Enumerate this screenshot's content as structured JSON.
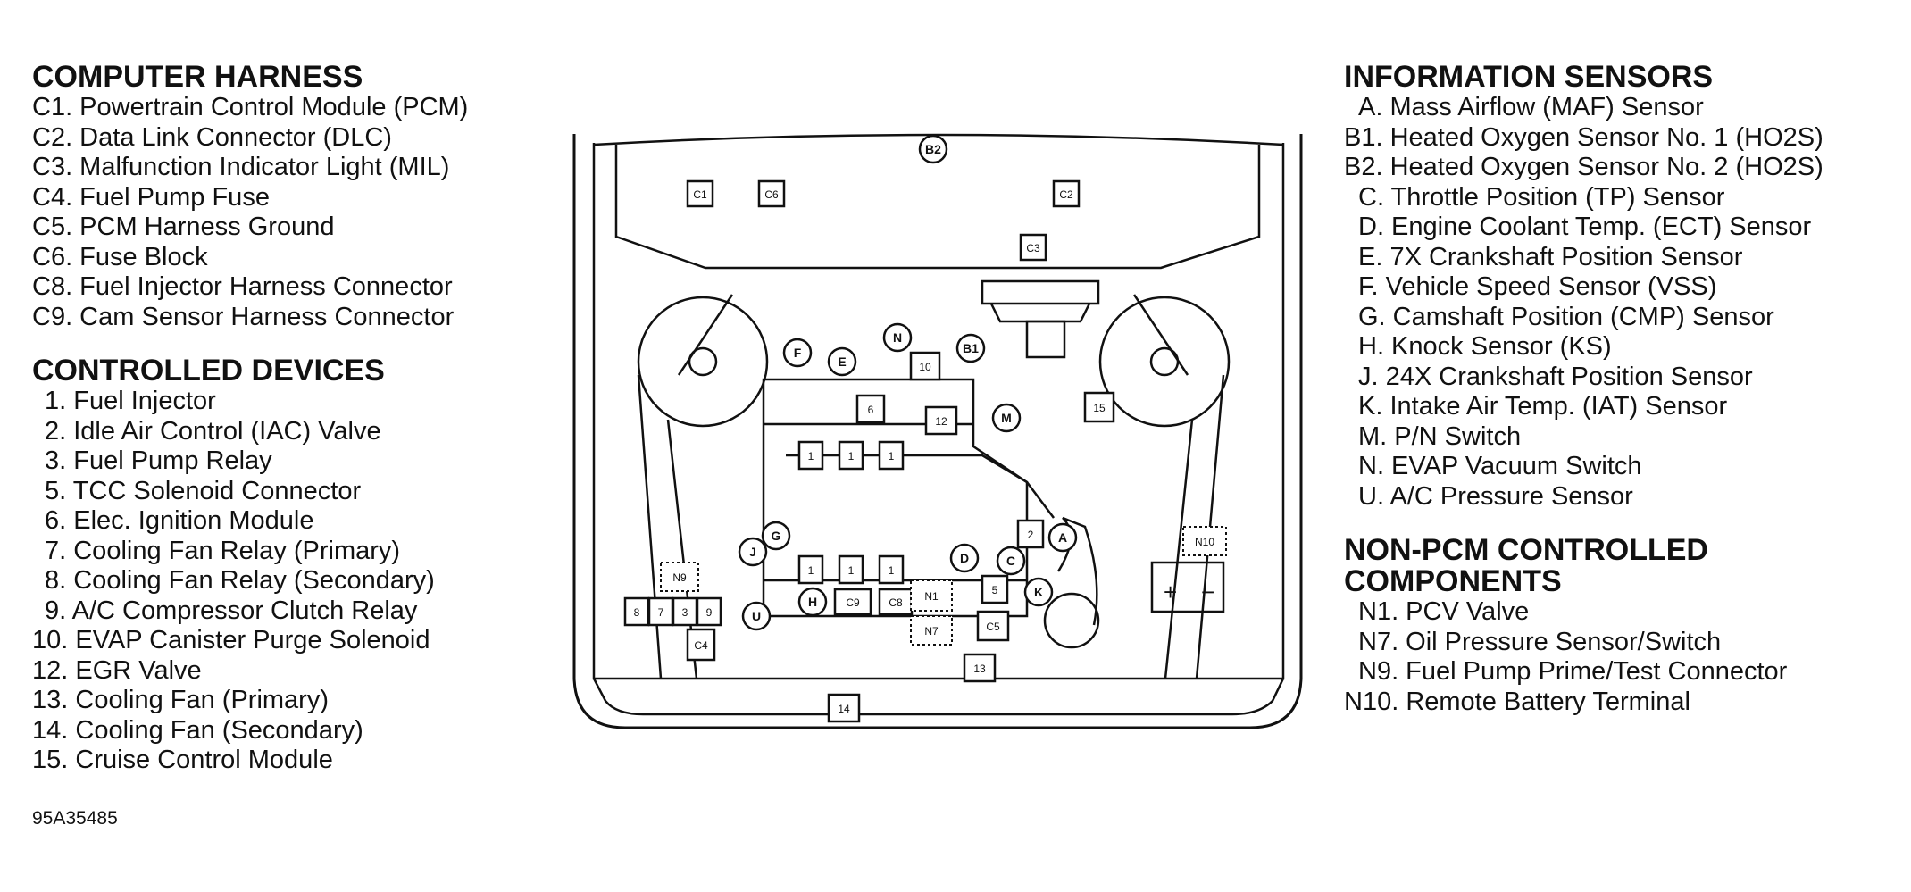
{
  "computer_harness": {
    "heading": "COMPUTER HARNESS",
    "items": [
      "C1. Powertrain Control Module (PCM)",
      "C2. Data Link Connector (DLC)",
      "C3. Malfunction Indicator Light (MIL)",
      "C4. Fuel Pump Fuse",
      "C5. PCM Harness Ground",
      "C6. Fuse Block",
      "C8. Fuel Injector Harness Connector",
      "C9. Cam Sensor Harness Connector"
    ]
  },
  "controlled_devices": {
    "heading": "CONTROLLED DEVICES",
    "items": [
      "1. Fuel Injector",
      "2. Idle Air Control (IAC) Valve",
      "3. Fuel Pump Relay",
      "5. TCC Solenoid Connector",
      "6. Elec. Ignition Module",
      "7. Cooling Fan Relay (Primary)",
      "8. Cooling Fan Relay (Secondary)",
      "9. A/C Compressor Clutch Relay",
      "10. EVAP Canister Purge Solenoid",
      "12. EGR Valve",
      "13. Cooling Fan (Primary)",
      "14. Cooling Fan (Secondary)",
      "15. Cruise Control Module"
    ]
  },
  "information_sensors": {
    "heading": "INFORMATION SENSORS",
    "items": [
      "A. Mass Airflow (MAF) Sensor",
      "B1. Heated Oxygen Sensor No. 1 (HO2S)",
      "B2. Heated Oxygen Sensor No. 2 (HO2S)",
      "C. Throttle Position (TP) Sensor",
      "D. Engine Coolant Temp. (ECT) Sensor",
      "E. 7X Crankshaft Position Sensor",
      "F. Vehicle Speed Sensor (VSS)",
      "G. Camshaft Position (CMP) Sensor",
      "H. Knock Sensor (KS)",
      "J. 24X Crankshaft Position Sensor",
      "K. Intake Air Temp. (IAT) Sensor",
      "M. P/N Switch",
      "N. EVAP Vacuum Switch",
      "U. A/C Pressure Sensor"
    ]
  },
  "non_pcm": {
    "heading_line1": "NON-PCM CONTROLLED",
    "heading_line2": "COMPONENTS",
    "items": [
      "N1. PCV Valve",
      "N7. Oil Pressure Sensor/Switch",
      "N9. Fuel Pump Prime/Test Connector",
      "N10. Remote Battery Terminal"
    ]
  },
  "figure_code": "95A35485",
  "diagram_labels": {
    "B2": "B2",
    "C1": "C1",
    "C6": "C6",
    "C2": "C2",
    "C3": "C3",
    "F": "F",
    "E": "E",
    "N": "N",
    "B1": "B1",
    "n10": "10",
    "n6": "6",
    "n12": "12",
    "M": "M",
    "n15": "15",
    "n1": "1",
    "G": "G",
    "J": "J",
    "n2": "2",
    "A": "A",
    "D": "D",
    "C": "C",
    "N9": "N9",
    "N10": "N10",
    "n8": "8",
    "n7": "7",
    "n3": "3",
    "n9": "9",
    "H": "H",
    "C9": "C9",
    "C8": "C8",
    "N1": "N1",
    "n5": "5",
    "K": "K",
    "U": "U",
    "N7": "N7",
    "C5": "C5",
    "C4": "C4",
    "n13": "13",
    "n14": "14",
    "plus": "+",
    "minus": "−"
  }
}
